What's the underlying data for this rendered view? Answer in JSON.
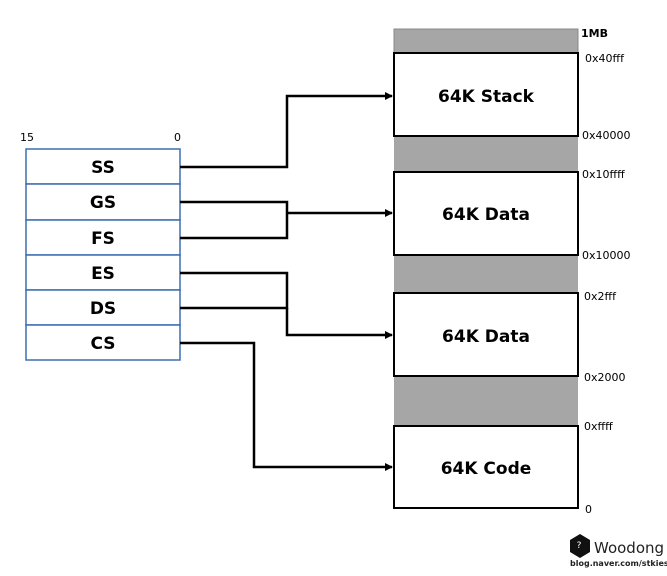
{
  "register_file": {
    "bit_high": "15",
    "bit_low": "0",
    "registers": [
      "SS",
      "GS",
      "FS",
      "ES",
      "DS",
      "CS"
    ],
    "border_color": "#3c6eb4"
  },
  "memory": {
    "segments": [
      "64K Stack",
      "64K Data",
      "64K Data",
      "64K Code"
    ],
    "addresses": [
      "1MB",
      "0x40fff",
      "0x40000",
      "0x10ffff",
      "0x10000",
      "0x2fff",
      "0x2000",
      "0xffff",
      "0"
    ],
    "gap_color": "#a6a6a6"
  },
  "watermark": {
    "name": "Woodong",
    "url": "blog.naver.com/stkiess"
  }
}
